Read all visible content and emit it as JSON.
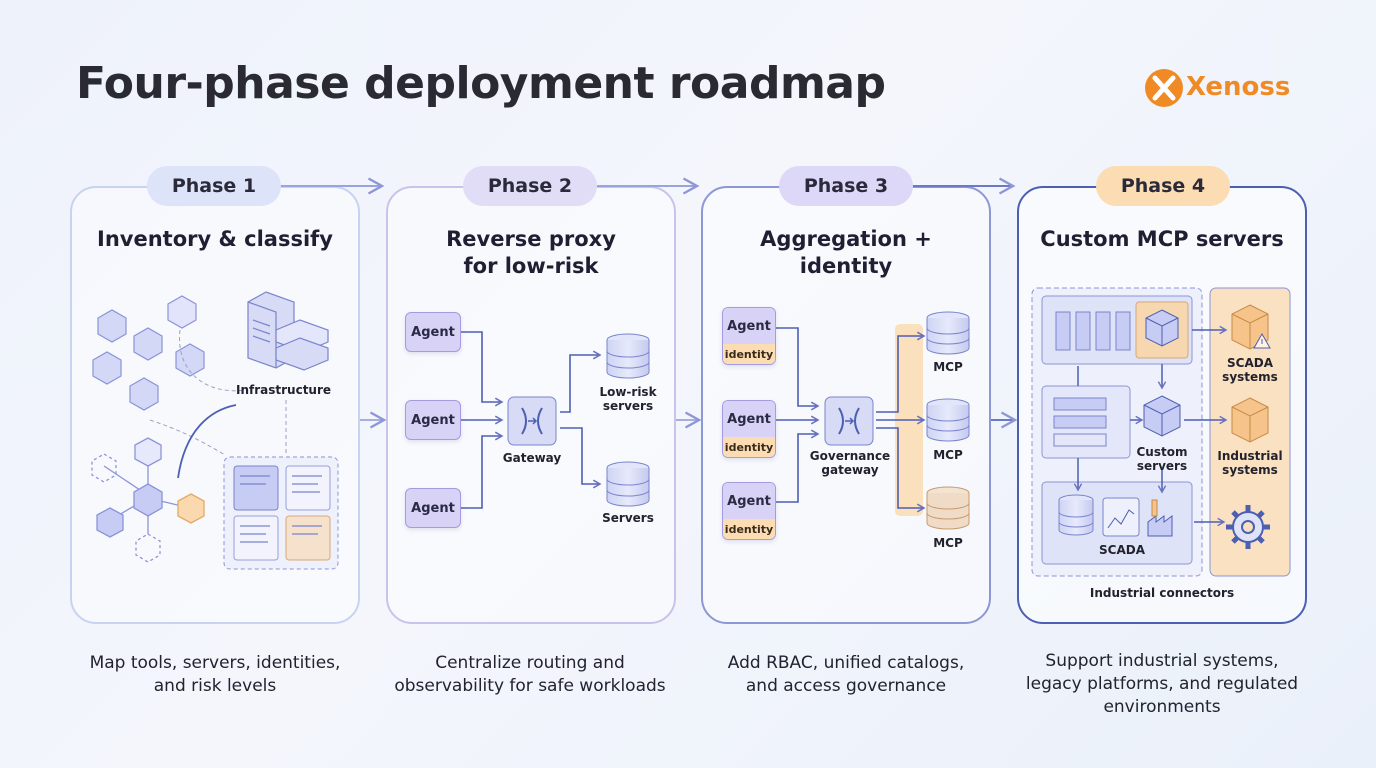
{
  "title": "Four-phase deployment roadmap",
  "logo": {
    "text": "Xenoss"
  },
  "colors": {
    "accent_orange": "#f08a24",
    "purple": "#d9d2f7",
    "peach": "#fbdcb3",
    "blue_border": "#4d5fb3"
  },
  "phases": [
    {
      "pill": "Phase 1",
      "title_lines": [
        "Inventory & classify"
      ],
      "labels": {
        "infrastructure": "Infrastructure"
      },
      "desc_lines": [
        "Map tools, servers, identities,",
        "and risk levels"
      ]
    },
    {
      "pill": "Phase 2",
      "title_lines": [
        "Reverse proxy",
        "for low-risk"
      ],
      "labels": {
        "agent": "Agent",
        "gateway": "Gateway",
        "lowrisk1": "Low-risk",
        "lowrisk2": "servers",
        "servers": "Servers"
      },
      "desc_lines": [
        "Centralize routing and",
        "observability for safe workloads"
      ]
    },
    {
      "pill": "Phase 3",
      "title_lines": [
        "Aggregation +",
        "identity"
      ],
      "labels": {
        "agent": "Agent",
        "identity": "identity",
        "gov1": "Governance",
        "gov2": "gateway",
        "mcp": "MCP"
      },
      "desc_lines": [
        "Add RBAC, unified catalogs,",
        "and access governance"
      ]
    },
    {
      "pill": "Phase 4",
      "title_lines": [
        "Custom MCP servers"
      ],
      "labels": {
        "scada1": "SCADA",
        "scada2": "systems",
        "custom1": "Custom",
        "custom2": "servers",
        "ind1": "Industrial",
        "ind2": "systems",
        "scada": "SCADA",
        "connectors": "Industrial connectors"
      },
      "desc_lines": [
        "Support industrial systems,",
        "legacy platforms, and regulated",
        "environments"
      ]
    }
  ]
}
